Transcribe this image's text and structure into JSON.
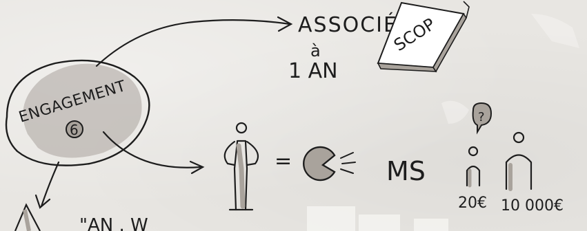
{
  "labels": {
    "engagement": "ENGAGEMENT",
    "engagement_number": "6",
    "associe": "ASSOCIÉ",
    "a": "à",
    "one_year": "1 AN",
    "scop": "SCOP",
    "equals": "=",
    "ms": "MS",
    "question": "?",
    "salary_low": "20€",
    "salary_high": "10 000€",
    "quote_partial": "\"AN . W"
  },
  "colors": {
    "ink": "#1d1d1d",
    "marker_gray": "#a9a39c",
    "paper": "#e8e6e2",
    "highlight": "#f6f5f2"
  }
}
